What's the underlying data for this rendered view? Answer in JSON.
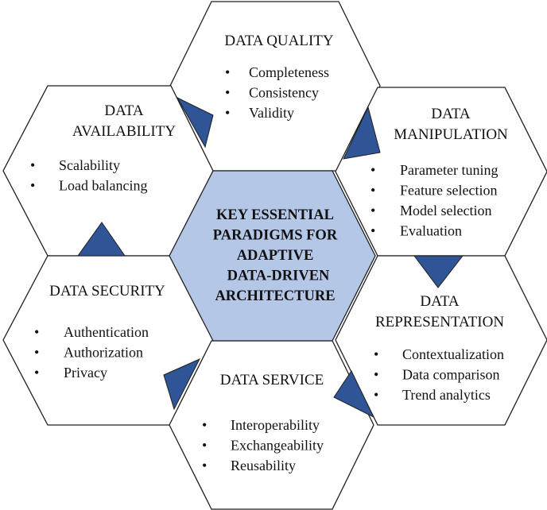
{
  "center": {
    "lines": [
      "KEY ESSENTIAL",
      "PARADIGMS FOR",
      "ADAPTIVE",
      "DATA-DRIVEN",
      "ARCHITECTURE"
    ]
  },
  "hexagons": [
    {
      "id": "data-quality",
      "title": [
        "DATA QUALITY"
      ],
      "items": [
        "Completeness",
        "Consistency",
        "Validity"
      ]
    },
    {
      "id": "data-availability",
      "title": [
        "DATA",
        "AVAILABILITY"
      ],
      "items": [
        "Scalability",
        "Load balancing"
      ]
    },
    {
      "id": "data-manipulation",
      "title": [
        "DATA",
        "MANIPULATION"
      ],
      "items": [
        "Parameter tuning",
        "Feature selection",
        "Model selection",
        "Evaluation"
      ]
    },
    {
      "id": "data-security",
      "title": [
        "DATA SECURITY"
      ],
      "items": [
        "Authentication",
        "Authorization",
        "Privacy"
      ]
    },
    {
      "id": "data-representation",
      "title": [
        "DATA",
        "REPRESENTATION"
      ],
      "items": [
        "Contextualization",
        "Data comparison",
        "Trend analytics"
      ]
    },
    {
      "id": "data-service",
      "title": [
        "DATA SERVICE"
      ],
      "items": [
        "Interoperability",
        "Exchangeability",
        "Reusability"
      ]
    }
  ],
  "colors": {
    "center_fill": "#b4c7e7",
    "arrow_fill": "#2f5597",
    "outline": "#1f1f1f"
  },
  "bullet_symbol": "•"
}
